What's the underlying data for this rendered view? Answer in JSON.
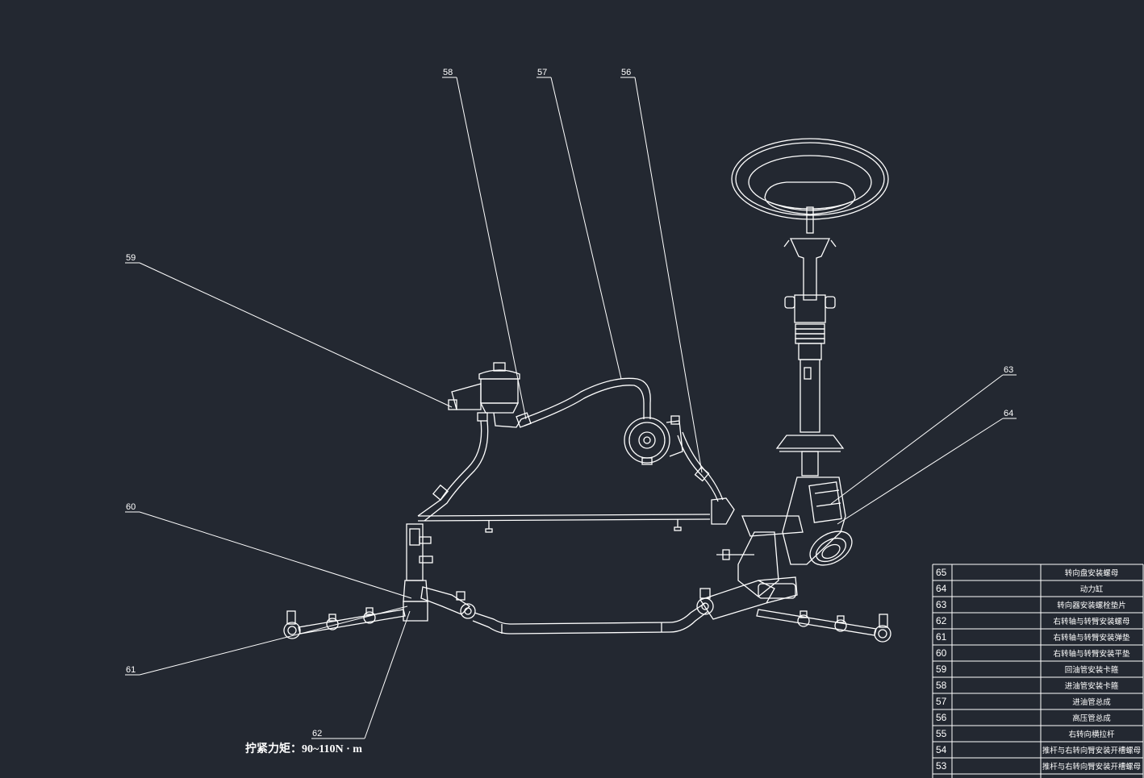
{
  "balloons": [
    {
      "id": "58",
      "text": "58"
    },
    {
      "id": "57",
      "text": "57"
    },
    {
      "id": "56",
      "text": "56"
    },
    {
      "id": "59",
      "text": "59"
    },
    {
      "id": "63",
      "text": "63"
    },
    {
      "id": "64",
      "text": "64"
    },
    {
      "id": "60",
      "text": "60"
    },
    {
      "id": "61",
      "text": "61"
    },
    {
      "id": "62",
      "text": "62"
    }
  ],
  "torque_note": "拧紧力矩：90~110N · m",
  "parts_table": [
    {
      "no": "65",
      "name": "转向盘安装螺母"
    },
    {
      "no": "64",
      "name": "动力缸"
    },
    {
      "no": "63",
      "name": "转向器安装螺栓垫片"
    },
    {
      "no": "62",
      "name": "右转轴与转臂安装螺母"
    },
    {
      "no": "61",
      "name": "右转轴与转臂安装弹垫"
    },
    {
      "no": "60",
      "name": "右转轴与转臂安装平垫"
    },
    {
      "no": "59",
      "name": "回油管安装卡箍"
    },
    {
      "no": "58",
      "name": "进油管安装卡箍"
    },
    {
      "no": "57",
      "name": "进油管总成"
    },
    {
      "no": "56",
      "name": "高压管总成"
    },
    {
      "no": "55",
      "name": "右转向横拉杆"
    },
    {
      "no": "54",
      "name": "推杆与右转向臂安装开槽螺母"
    },
    {
      "no": "53",
      "name": "推杆与右转向臂安装开槽螺母"
    }
  ],
  "colors": {
    "background": "#232831",
    "line": "#ffffff"
  }
}
